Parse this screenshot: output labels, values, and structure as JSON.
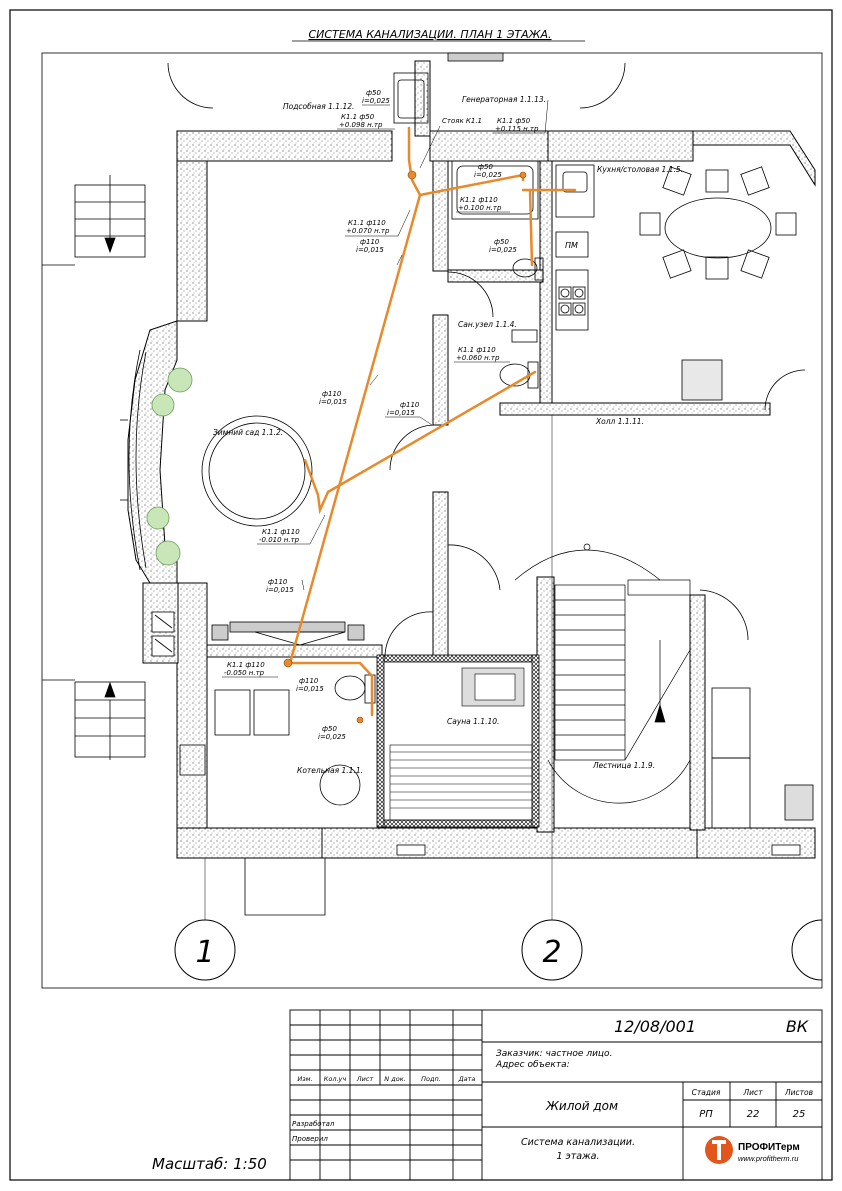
{
  "title": "СИСТЕМА КАНАЛИЗАЦИИ. ПЛАН 1 ЭТАЖА.",
  "rooms": {
    "podsobnaya": "Подсобная 1.1.12.",
    "generatornaya": "Генераторная 1.1.13.",
    "kuhnya": "Кухня/столовая 1.1.5.",
    "sanuzel": "Сан.узел 1.1.4.",
    "zimniy_sad": "Зимний сад 1.1.2.",
    "holl": "Холл 1.1.11.",
    "kotelnaya": "Котельная 1.1.1.",
    "sauna": "Сауна 1.1.10.",
    "lestnica": "Лестница 1.1.9."
  },
  "equipment": {
    "pm": "ПМ"
  },
  "pipe_labels": {
    "p1a": "ф50",
    "p1b": "i=0,025",
    "p2a": "К1.1 ф50",
    "p2b": "+0.098 н.тр",
    "p3": "Стояк К1.1",
    "p4a": "К1.1 ф50",
    "p4b": "+0.115 н.тр",
    "p5a": "ф50",
    "p5b": "i=0,025",
    "p6a": "К1.1 ф110",
    "p6b": "+0.100 н.тр",
    "p7a": "К1.1 ф110",
    "p7b": "+0.070 н.тр",
    "p8a": "ф110",
    "p8b": "i=0,015",
    "p9a": "ф50",
    "p9b": "i=0,025",
    "p10a": "К1.1 ф110",
    "p10b": "+0.060 н.тр",
    "p11a": "ф110",
    "p11b": "i=0,015",
    "p12a": "ф110",
    "p12b": "i=0,015",
    "p13a": "К1.1 ф110",
    "p13b": "-0.010 н.тр",
    "p14a": "ф110",
    "p14b": "i=0,015",
    "p15a": "К1.1 ф110",
    "p15b": "-0.050 н.тр",
    "p16a": "ф110",
    "p16b": "i=0,015",
    "p17a": "ф50",
    "p17b": "i=0,025"
  },
  "axes": {
    "a1": "1",
    "a2": "2"
  },
  "scale": "Масштаб: 1:50",
  "stamp": {
    "doc_code": "12/08/001",
    "section": "ВК",
    "customer": "Заказчик: частное лицо.",
    "address": "Адрес объекта:",
    "col_izm": "Изм.",
    "col_koluch": "Кол.уч",
    "col_list": "Лист",
    "col_ndok": "N док.",
    "col_podp": "Подп.",
    "col_data": "Дата",
    "project": "Жилой дом",
    "stadiya_h": "Стадия",
    "list_h": "Лист",
    "listov_h": "Листов",
    "stadiya": "РП",
    "list": "22",
    "listov": "25",
    "razrabotal": "Разработал",
    "proveril": "Проверил",
    "sheet_title_1": "Система канализации.",
    "sheet_title_2": "1 этажа.",
    "logo_text": "ПРОФИТерм",
    "logo_url": "www.profitherm.ru"
  },
  "colors": {
    "pipe": "#e8892b",
    "wall": "#000000",
    "accent": "#e2561c"
  }
}
